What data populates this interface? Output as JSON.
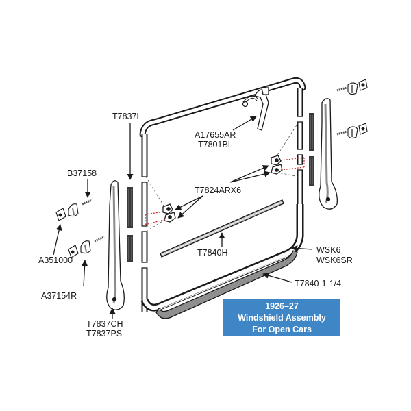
{
  "labels": {
    "t7837l": "T7837L",
    "b37158": "B37158",
    "a17655ar": "A17655AR",
    "t7801bl": "T7801BL",
    "t7824arx6": "T7824ARX6",
    "t7840h": "T7840H",
    "wsk6": "WSK6",
    "wsk6sr": "WSK6SR",
    "t7840_1_1_4": "T7840-1-1/4",
    "a351000": "A351000",
    "a37154r": "A37154R",
    "t7837ch": "T7837CH",
    "t7837ps": "T7837PS"
  },
  "title_box": {
    "line1": "1926–27",
    "line2": "Windshield Assembly",
    "line3": "For Open Cars",
    "color": "#3f86c6"
  },
  "colors": {
    "stroke": "#1a1a1a",
    "part_fill": "#ffffff",
    "shade": "#9a9a9a",
    "dash_red": "#d42020"
  }
}
